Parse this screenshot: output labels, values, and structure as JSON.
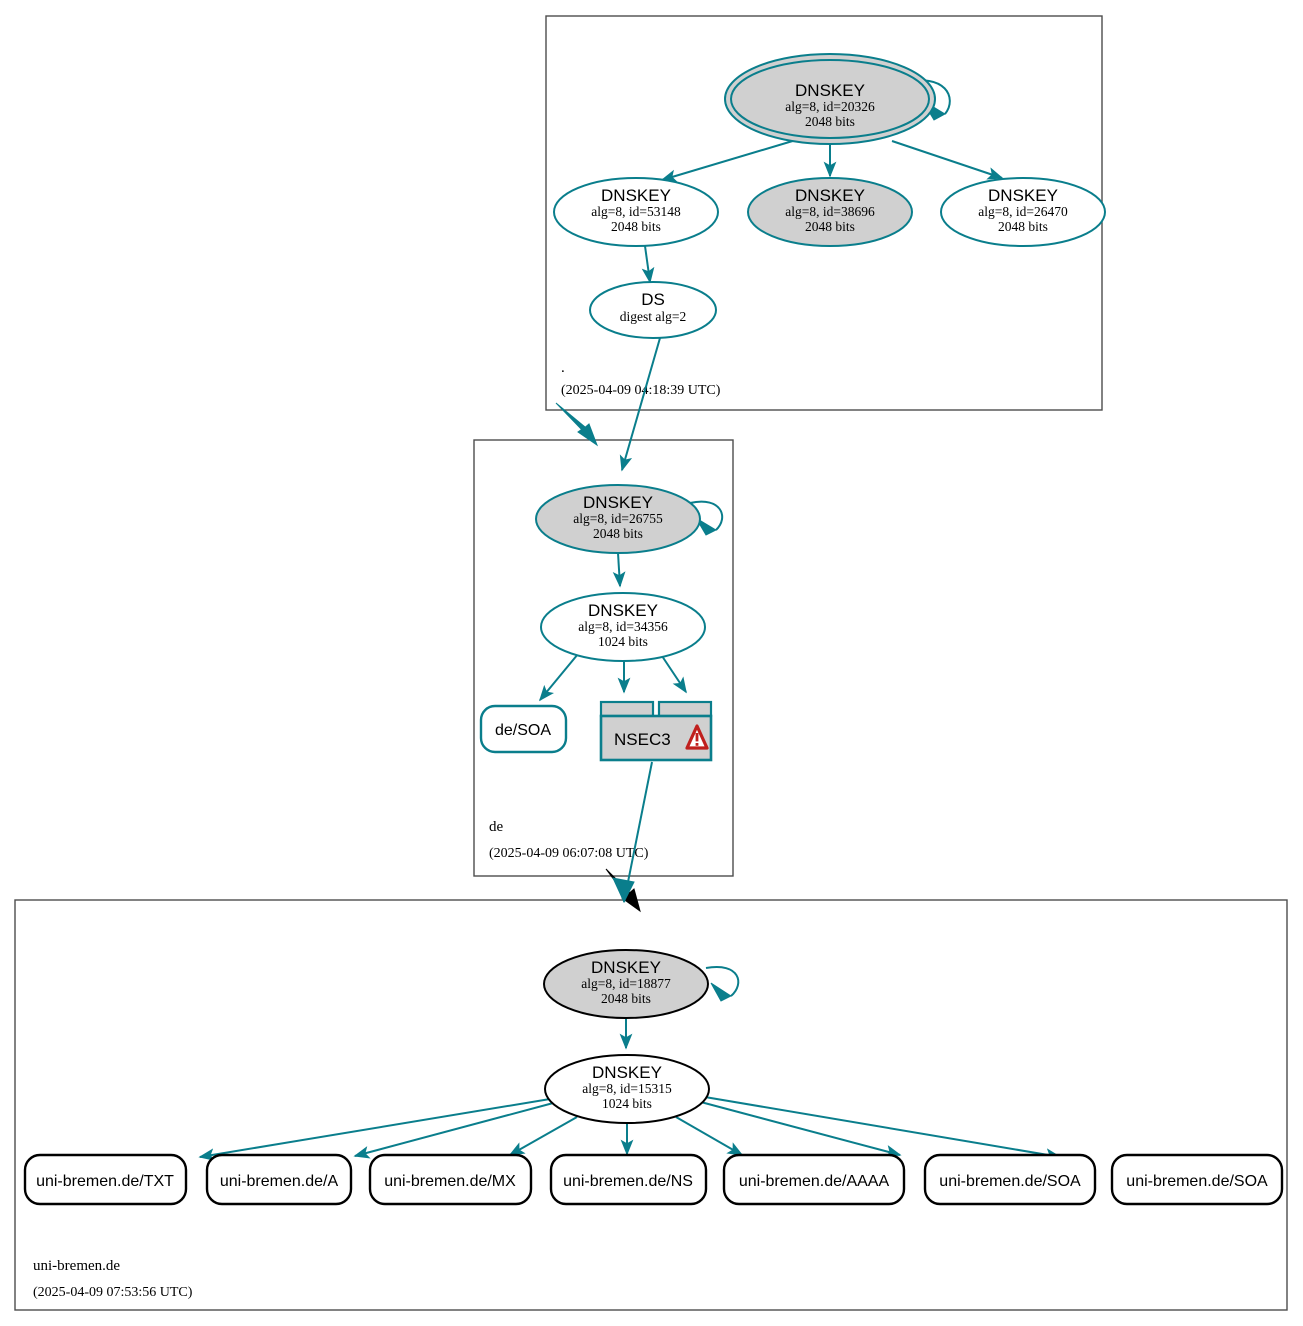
{
  "diagram": {
    "title": "DNSSEC Authentication Chain for uni-bremen.de",
    "colors": {
      "secure_edge": "#0a7e8c",
      "insecure_edge": "#000000",
      "zone_border": "#4d4d4d",
      "key_fill_ksk": "#d0d0d0",
      "key_fill_zsk": "#ffffff",
      "warning": "#c0201e"
    }
  },
  "zones": [
    {
      "id": "root",
      "name": ".",
      "timestamp": "(2025-04-09 04:18:39 UTC)",
      "nodes": [
        {
          "id": "root-ksk-20326",
          "kind": "dnskey",
          "trust_anchor": true,
          "fill": "gray",
          "border": "teal",
          "line1": "DNSKEY",
          "line2": "alg=8, id=20326",
          "line3": "2048 bits"
        },
        {
          "id": "root-key-53148",
          "kind": "dnskey",
          "trust_anchor": false,
          "fill": "white",
          "border": "teal",
          "line1": "DNSKEY",
          "line2": "alg=8, id=53148",
          "line3": "2048 bits"
        },
        {
          "id": "root-key-38696",
          "kind": "dnskey",
          "trust_anchor": false,
          "fill": "gray",
          "border": "teal",
          "line1": "DNSKEY",
          "line2": "alg=8, id=38696",
          "line3": "2048 bits"
        },
        {
          "id": "root-key-26470",
          "kind": "dnskey",
          "trust_anchor": false,
          "fill": "white",
          "border": "teal",
          "line1": "DNSKEY",
          "line2": "alg=8, id=26470",
          "line3": "2048 bits"
        },
        {
          "id": "root-ds",
          "kind": "ds",
          "fill": "white",
          "border": "teal",
          "line1": "DS",
          "line2": "digest alg=2",
          "line3": ""
        }
      ]
    },
    {
      "id": "de",
      "name": "de",
      "timestamp": "(2025-04-09 06:07:08 UTC)",
      "nodes": [
        {
          "id": "de-ksk-26755",
          "kind": "dnskey",
          "trust_anchor": false,
          "fill": "gray",
          "border": "teal",
          "line1": "DNSKEY",
          "line2": "alg=8, id=26755",
          "line3": "2048 bits"
        },
        {
          "id": "de-zsk-34356",
          "kind": "dnskey",
          "trust_anchor": false,
          "fill": "white",
          "border": "teal",
          "line1": "DNSKEY",
          "line2": "alg=8, id=34356",
          "line3": "1024 bits"
        },
        {
          "id": "de-soa",
          "kind": "rrset",
          "border": "teal",
          "label": "de/SOA"
        },
        {
          "id": "de-nsec3",
          "kind": "nsec",
          "border": "teal",
          "label": "NSEC3",
          "has_warning": true
        }
      ]
    },
    {
      "id": "uni-bremen",
      "name": "uni-bremen.de",
      "timestamp": "(2025-04-09 07:53:56 UTC)",
      "nodes": [
        {
          "id": "ub-ksk-18877",
          "kind": "dnskey",
          "trust_anchor": false,
          "fill": "gray",
          "border": "black",
          "line1": "DNSKEY",
          "line2": "alg=8, id=18877",
          "line3": "2048 bits"
        },
        {
          "id": "ub-zsk-15315",
          "kind": "dnskey",
          "trust_anchor": false,
          "fill": "white",
          "border": "black",
          "line1": "DNSKEY",
          "line2": "alg=8, id=15315",
          "line3": "1024 bits"
        }
      ],
      "rrsets": [
        {
          "id": "ub-txt",
          "label": "uni-bremen.de/TXT",
          "border": "black"
        },
        {
          "id": "ub-a",
          "label": "uni-bremen.de/A",
          "border": "black"
        },
        {
          "id": "ub-mx",
          "label": "uni-bremen.de/MX",
          "border": "black"
        },
        {
          "id": "ub-ns",
          "label": "uni-bremen.de/NS",
          "border": "black"
        },
        {
          "id": "ub-aaaa",
          "label": "uni-bremen.de/AAAA",
          "border": "black"
        },
        {
          "id": "ub-soa1",
          "label": "uni-bremen.de/SOA",
          "border": "black"
        },
        {
          "id": "ub-soa2",
          "label": "uni-bremen.de/SOA",
          "border": "black"
        }
      ]
    }
  ]
}
